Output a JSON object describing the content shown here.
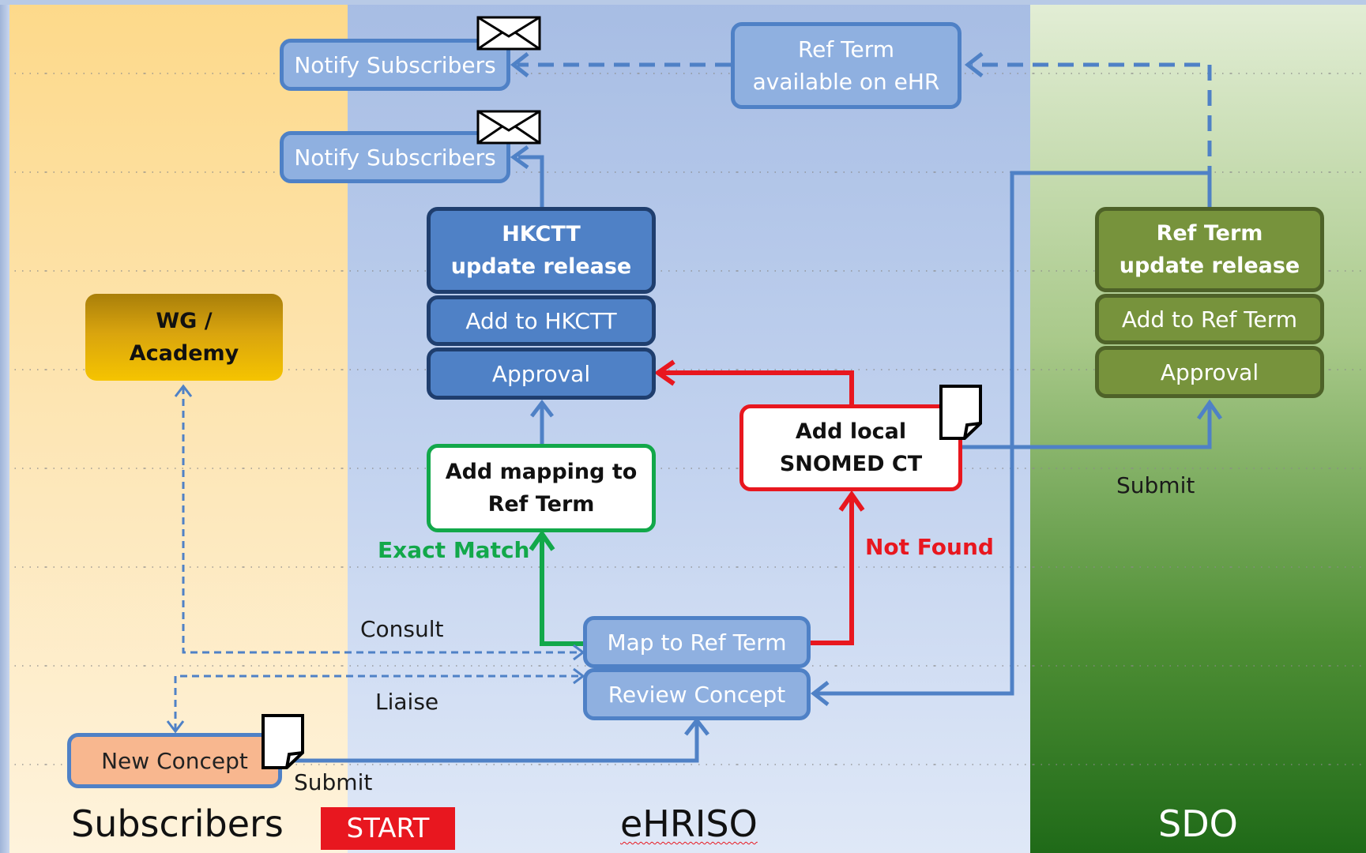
{
  "lanes": {
    "subscribers": "Subscribers",
    "ehriso": "eHRISO",
    "sdo": "SDO",
    "start": "START"
  },
  "nodes": {
    "notify_top": "Notify Subscribers",
    "notify_mid": "Notify Subscribers",
    "ref_term_available_1": "Ref Term",
    "ref_term_available_2": "available on eHR",
    "hkctt_release_1": "HKCTT",
    "hkctt_release_2": "update release",
    "add_to_hkctt": "Add to HKCTT",
    "approval_hkctt": "Approval",
    "add_mapping_1": "Add mapping to",
    "add_mapping_2": "Ref Term",
    "add_local_1": "Add local",
    "add_local_2": "SNOMED CT",
    "wg_academy_1": "WG /",
    "wg_academy_2": "Academy",
    "map_to_ref_term": "Map to Ref Term",
    "review_concept": "Review Concept",
    "new_concept": "New Concept",
    "ref_term_release_1": "Ref Term",
    "ref_term_release_2": "update release",
    "add_to_ref_term": "Add to Ref Term",
    "approval_sdo": "Approval"
  },
  "labels": {
    "exact_match": "Exact Match",
    "not_found": "Not Found",
    "consult": "Consult",
    "liaise": "Liaise",
    "submit_sub": "Submit",
    "submit_sdo": "Submit"
  },
  "colors": {
    "flow_blue": "#4f81c6",
    "exact_green": "#12a84a",
    "not_found_red": "#e8171f",
    "start_red": "#e8171f"
  }
}
